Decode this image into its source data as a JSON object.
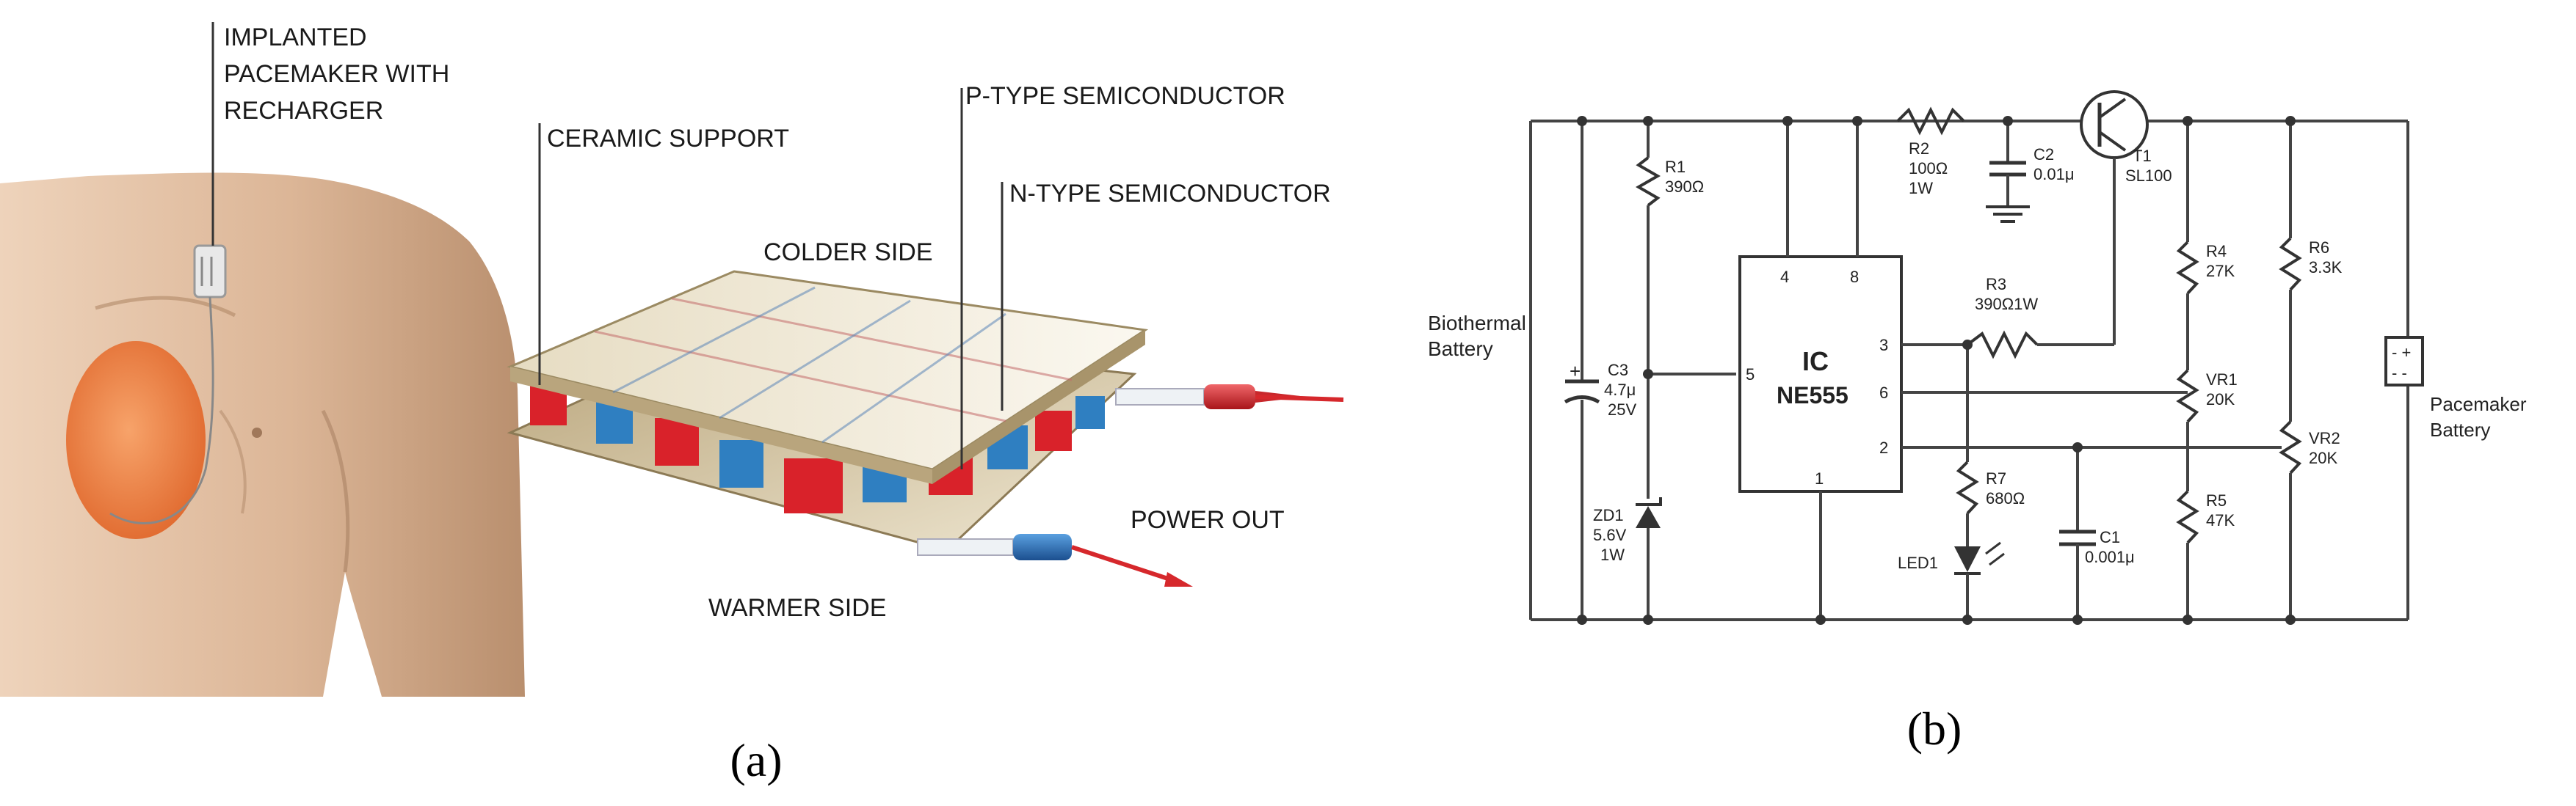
{
  "panel_a": {
    "caption": "(a)",
    "labels": {
      "pacemaker": [
        "IMPLANTED",
        "PACEMAKER WITH",
        "RECHARGER"
      ],
      "ceramic": "CERAMIC SUPPORT",
      "p_type": "P-TYPE SEMICONDUCTOR",
      "n_type": "N-TYPE SEMICONDUCTOR",
      "colder": "COLDER SIDE",
      "warmer": "WARMER SIDE",
      "power_out": "POWER OUT"
    }
  },
  "panel_b": {
    "caption": "(b)",
    "labels": {
      "battery_in": [
        "Biothermal",
        "Battery"
      ],
      "battery_out": [
        "Pacemaker",
        "Battery"
      ],
      "ic": [
        "IC",
        "NE555"
      ],
      "pins": [
        "4",
        "8",
        "3",
        "6",
        "2",
        "5",
        "1"
      ],
      "r1": [
        "R1",
        "390Ω"
      ],
      "r2": [
        "R2",
        "100Ω",
        "1W"
      ],
      "c2": [
        "C2",
        "0.01μ"
      ],
      "t1": [
        "T1",
        "SL100"
      ],
      "r3": [
        "R3",
        "390Ω1W"
      ],
      "r4": [
        "R4",
        "27K"
      ],
      "r6": [
        "R6",
        "3.3K"
      ],
      "vr1": [
        "VR1",
        "20K"
      ],
      "vr2": [
        "VR2",
        "20K"
      ],
      "r5": [
        "R5",
        "47K"
      ],
      "r7": [
        "R7",
        "680Ω"
      ],
      "c1": [
        "C1",
        "0.001μ"
      ],
      "c3": [
        "C3",
        "4.7μ",
        "25V"
      ],
      "zd1": [
        "ZD1",
        "5.6V",
        "1W"
      ],
      "led": "LED1"
    }
  },
  "colors": {
    "p_type": "#d9222a",
    "n_type": "#2f7fc1",
    "ceramic": "#c9b891",
    "skin": "#d9b394",
    "heart": "#f08a4b",
    "wire": "#444444"
  }
}
